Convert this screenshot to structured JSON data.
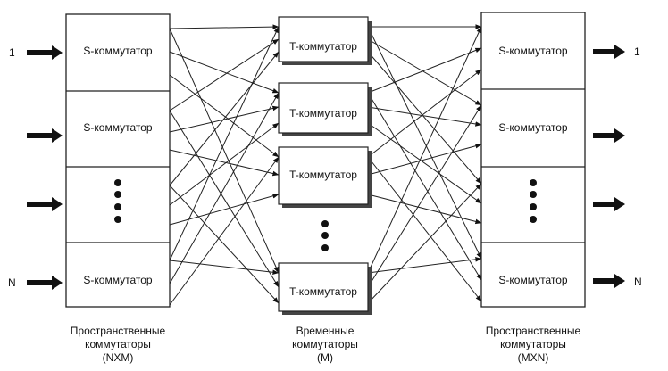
{
  "stages": {
    "input": {
      "blocks": [
        "S-коммутатор",
        "S-коммутатор",
        "",
        "S-коммутатор"
      ],
      "caption": [
        "Пространственные",
        "коммутаторы",
        "(NXM)"
      ]
    },
    "middle": {
      "blocks": [
        "T-коммутатор",
        "T-коммутатор",
        "T-коммутатор",
        "",
        "T-коммутатор"
      ],
      "caption": [
        "Временные",
        "коммутаторы",
        "(M)"
      ]
    },
    "output": {
      "blocks": [
        "S-коммутатор",
        "S-коммутатор",
        "",
        "S-коммутатор"
      ],
      "caption": [
        "Пространственные",
        "коммутаторы",
        "(MXN)"
      ]
    }
  },
  "io": {
    "input_first": "1",
    "input_last": "N",
    "output_first": "1",
    "output_last": "N"
  }
}
